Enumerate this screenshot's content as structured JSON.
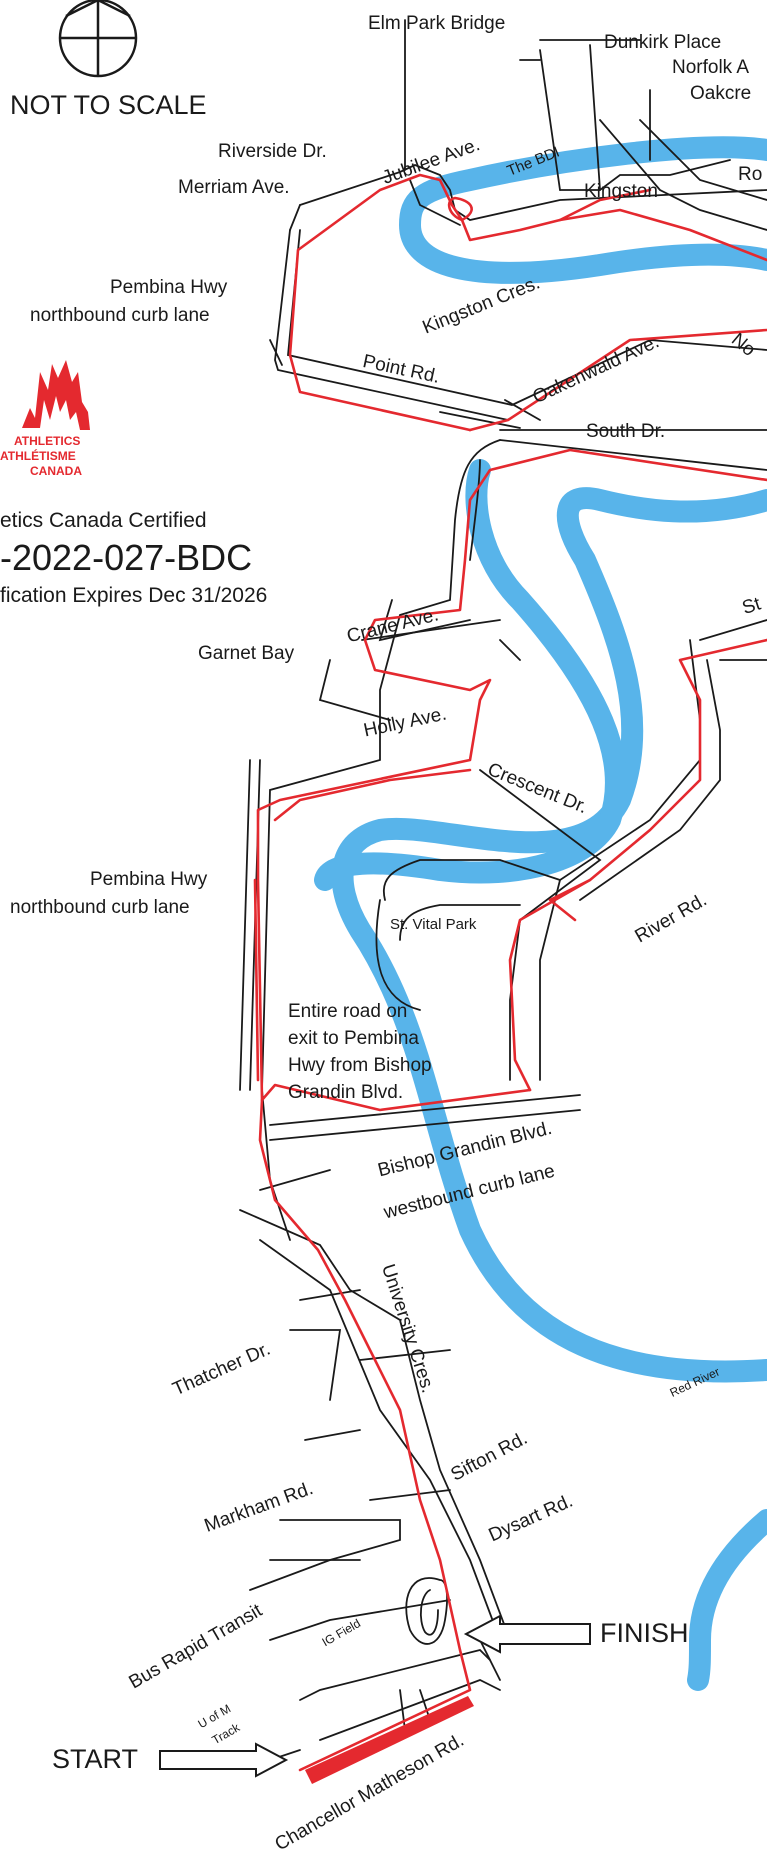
{
  "map": {
    "scale_note": "NOT TO SCALE",
    "logo": {
      "line1": "ATHLETICS",
      "line2": "ATHLÉTISME",
      "line3": "CANADA",
      "color": "#e4292f"
    },
    "certification": {
      "body": "etics Canada Certified",
      "code": "-2022-027-BDC",
      "expiry": "fication Expires Dec 31/2026"
    },
    "colors": {
      "river": "#58b4ea",
      "route": "#e4292f",
      "road": "#1a1a1a"
    },
    "markers": {
      "start": "START",
      "finish": "FINISH"
    },
    "streets": {
      "elm_park_bridge": "Elm Park Bridge",
      "dunkirk_place": "Dunkirk Place",
      "norfolk": "Norfolk A",
      "oakcrest": "Oakcre",
      "ro": "Ro",
      "riverside": "Riverside Dr.",
      "jubilee": "Jubilee Ave.",
      "the_bdi": "The BDI",
      "merriam": "Merriam Ave.",
      "kingston": "Kingston",
      "kingston_cres": "Kingston Cres.",
      "pembina_north_1": "Pembina Hwy",
      "pembina_north_1b": "northbound curb lane",
      "oakenwald": "Oakenwald Ave.",
      "no": "No",
      "point_rd": "Point Rd.",
      "south_dr": "South Dr.",
      "crane": "Crane Ave.",
      "st": "St",
      "garnet": "Garnet Bay",
      "holly": "Holly Ave.",
      "crescent": "Crescent Dr.",
      "pembina_north_2": "Pembina Hwy",
      "pembina_north_2b": "northbound curb lane",
      "st_vital_park": "St. Vital Park",
      "river_rd": "River Rd.",
      "entire_road_1": "Entire road on",
      "entire_road_2": "exit to Pembina",
      "entire_road_3": "Hwy from Bishop",
      "entire_road_4": "Grandin Blvd.",
      "bishop_1": "Bishop Grandin Blvd.",
      "bishop_2": "westbound curb lane",
      "university_cres": "University Cres.",
      "thatcher": "Thatcher Dr.",
      "red_river": "Red River",
      "sifton": "Sifton Rd.",
      "markham": "Markham Rd.",
      "dysart": "Dysart Rd.",
      "bus_rapid": "Bus Rapid Transit",
      "ig_field": "IG Field",
      "u_of_m": "U of M",
      "track": "Track",
      "chancellor": "Chancellor Matheson Rd."
    }
  }
}
